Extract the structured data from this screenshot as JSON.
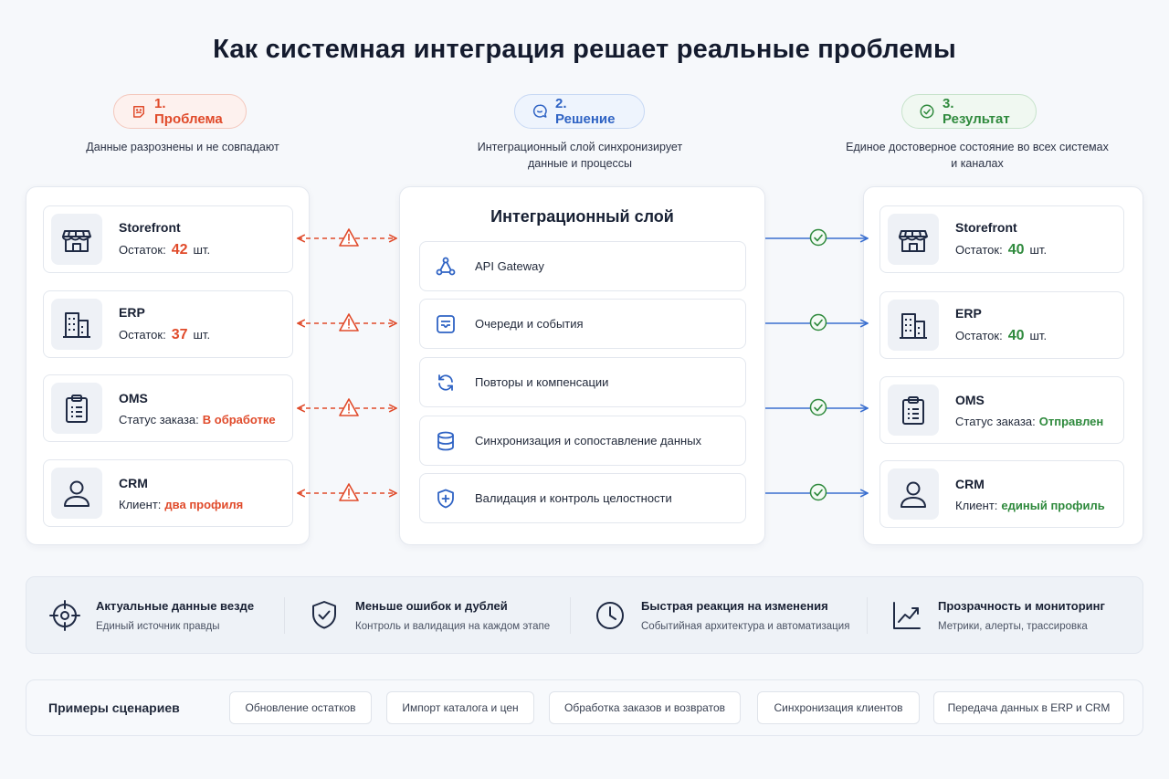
{
  "title": "Как системная интеграция решает реальные проблемы",
  "columns": {
    "problem": {
      "label": "1. Проблема",
      "subtitle": "Данные разрознены и не совпадают"
    },
    "solution": {
      "label": "2. Решение",
      "subtitle_line1": "Интеграционный слой синхронизирует",
      "subtitle_line2": "данные и процессы"
    },
    "result": {
      "label": "3. Результат",
      "subtitle_line1": "Единое достоверное состояние во всех системах",
      "subtitle_line2": "и каналах"
    }
  },
  "problem_cards": [
    {
      "name": "Storefront",
      "key": "Остаток:",
      "value": "42",
      "unit": "шт.",
      "icon": "storefront-icon"
    },
    {
      "name": "ERP",
      "key": "Остаток:",
      "value": "37",
      "unit": "шт.",
      "icon": "building-icon"
    },
    {
      "name": "OMS",
      "key": "Статус заказа:",
      "value": "В обработке",
      "unit": "",
      "icon": "clipboard-icon"
    },
    {
      "name": "CRM",
      "key": "Клиент:",
      "value": "два профиля",
      "unit": "",
      "icon": "user-icon"
    }
  ],
  "integration_layer": {
    "title": "Интеграционный слой",
    "items": [
      {
        "label": "API Gateway",
        "icon": "api-gateway-icon"
      },
      {
        "label": "Очереди и события",
        "icon": "queue-icon"
      },
      {
        "label": "Повторы и компенсации",
        "icon": "retry-icon"
      },
      {
        "label": "Синхронизация и сопоставление данных",
        "icon": "database-icon"
      },
      {
        "label": "Валидация и контроль целостности",
        "icon": "shield-plus-icon"
      }
    ]
  },
  "result_cards": [
    {
      "name": "Storefront",
      "key": "Остаток:",
      "value": "40",
      "unit": "шт.",
      "icon": "storefront-icon"
    },
    {
      "name": "ERP",
      "key": "Остаток:",
      "value": "40",
      "unit": "шт.",
      "icon": "building-icon"
    },
    {
      "name": "OMS",
      "key": "Статус заказа:",
      "value": "Отправлен",
      "unit": "",
      "icon": "clipboard-icon"
    },
    {
      "name": "CRM",
      "key": "Клиент:",
      "value": "единый профиль",
      "unit": "",
      "icon": "user-icon"
    }
  ],
  "benefits": [
    {
      "title": "Актуальные данные везде",
      "subtitle": "Единый источник правды",
      "icon": "target-icon"
    },
    {
      "title": "Меньше ошибок и дублей",
      "subtitle": "Контроль и валидация на каждом этапе",
      "icon": "shield-check-icon"
    },
    {
      "title": "Быстрая реакция на изменения",
      "subtitle": "Событийная архитектура и автоматизация",
      "icon": "clock-icon"
    },
    {
      "title": "Прозрачность и мониторинг",
      "subtitle": "Метрики, алерты, трассировка",
      "icon": "chart-line-icon"
    }
  ],
  "scenarios": {
    "label": "Примеры сценариев",
    "items": [
      "Обновление остатков",
      "Импорт каталога и цен",
      "Обработка заказов и возвратов",
      "Синхронизация клиентов",
      "Передача данных в ERP и CRM"
    ]
  },
  "colors": {
    "problem": "#e04a2a",
    "solution": "#2f63c4",
    "result": "#2f8a3d",
    "icon": "#1f2a44"
  }
}
